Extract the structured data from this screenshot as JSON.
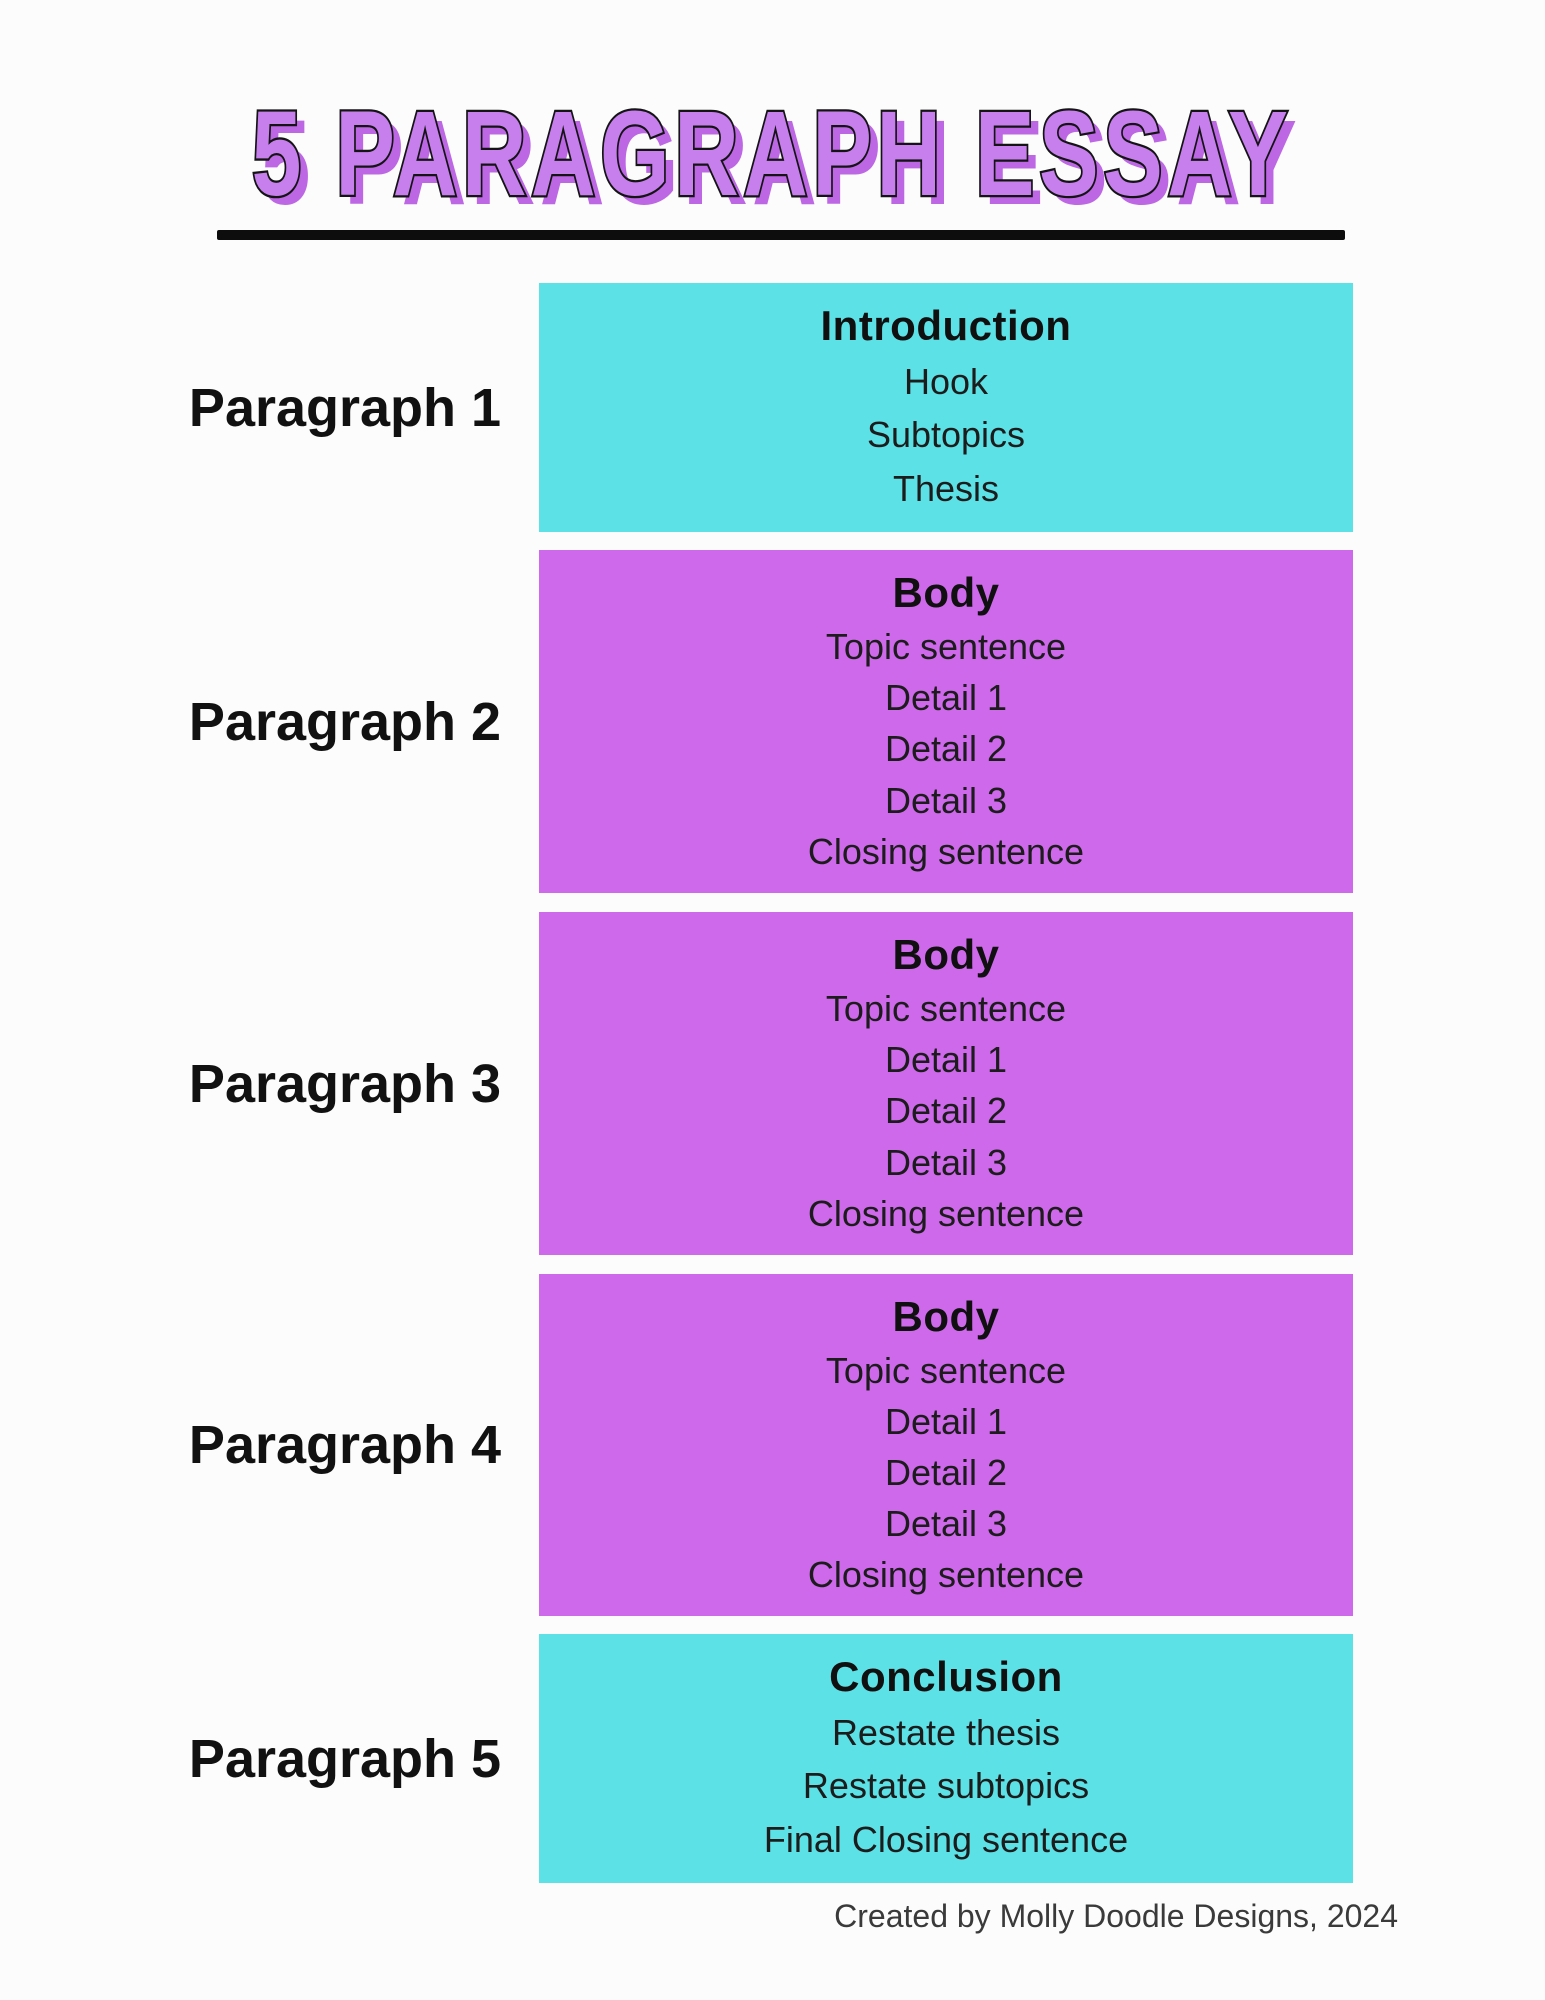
{
  "title": "5 PARAGRAPH ESSAY",
  "theme": {
    "title-fill": "#C77FEE",
    "title-shadow": "#BD67E5",
    "title-stroke": "#141414",
    "box-cyan": "#5CE1E6",
    "box-purple": "#CF69EC",
    "rule-black": "#0D0D0D",
    "footer-gray": "#3A3A3A"
  },
  "rows": [
    {
      "label": "Paragraph 1",
      "color": "cyan",
      "box": {
        "title": "Introduction",
        "items": [
          "Hook",
          "Subtopics",
          "Thesis"
        ]
      }
    },
    {
      "label": "Paragraph 2",
      "color": "purple",
      "box": {
        "title": "Body",
        "items": [
          "Topic sentence",
          "Detail 1",
          "Detail 2",
          "Detail 3",
          "Closing sentence"
        ]
      }
    },
    {
      "label": "Paragraph 3",
      "color": "purple",
      "box": {
        "title": "Body",
        "items": [
          "Topic sentence",
          "Detail 1",
          "Detail 2",
          "Detail 3",
          "Closing sentence"
        ]
      }
    },
    {
      "label": "Paragraph 4",
      "color": "purple",
      "box": {
        "title": "Body",
        "items": [
          "Topic sentence",
          "Detail 1",
          "Detail 2",
          "Detail 3",
          "Closing sentence"
        ]
      }
    },
    {
      "label": "Paragraph 5",
      "color": "cyan",
      "box": {
        "title": "Conclusion",
        "items": [
          "Restate thesis",
          "Restate subtopics",
          "Final Closing sentence"
        ]
      }
    }
  ],
  "footer": {
    "credit": "Created by Molly Doodle Designs, 2024"
  }
}
